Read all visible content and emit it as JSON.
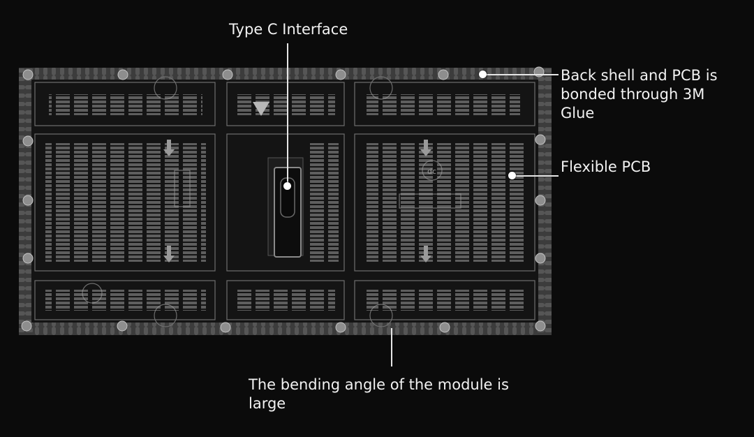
{
  "labels": {
    "type_c": "Type C Interface",
    "back_shell": "Back shell and PCB is\nbonded  through 3M\nGlue",
    "flexible_pcb": "Flexible PCB",
    "bending": "The bending angle of the module is\nlarge"
  },
  "pcb_marks": {
    "dc": "dc"
  },
  "colors": {
    "background": "#0b0b0b",
    "pcb": "#141414",
    "frame": "#4a4a4a",
    "silkscreen": "#7c7c7c",
    "callout": "#ffffff"
  }
}
